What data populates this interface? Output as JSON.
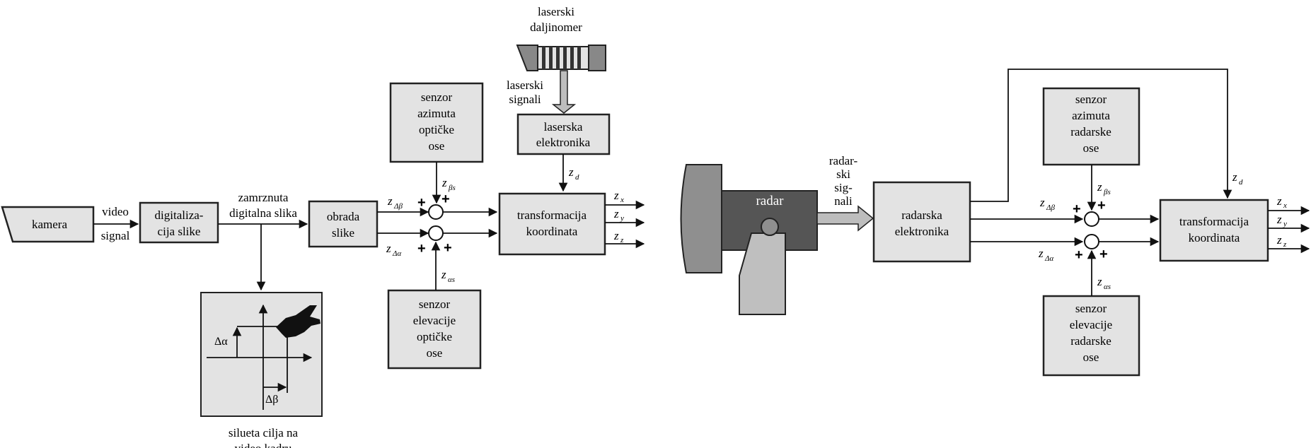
{
  "left": {
    "camera": "kamera",
    "video_signal": [
      "video",
      "signal"
    ],
    "digitization": [
      "digitaliza-",
      "cija slike"
    ],
    "frozen_image": [
      "zamrznuta",
      "digitalna slika"
    ],
    "processing": [
      "obrada",
      "slike"
    ],
    "azimuth_sensor": [
      "senzor",
      "azimuta",
      "optičke",
      "ose"
    ],
    "elevation_sensor": [
      "senzor",
      "elevacije",
      "optičke",
      "ose"
    ],
    "rangefinder": [
      "laserski",
      "daljinomer"
    ],
    "laser_signals": [
      "laserski",
      "signali"
    ],
    "laser_electronics": [
      "laserska",
      "elektronika"
    ],
    "transformation": [
      "transformacija",
      "koordinata"
    ],
    "silhouette_caption": [
      "silueta cilja na",
      "video kadru"
    ],
    "delta_alpha": "Δα",
    "delta_beta": "Δβ"
  },
  "right": {
    "radar": "radar",
    "radar_signals": [
      "radar-",
      "ski",
      "sig-",
      "nali"
    ],
    "radar_electronics": [
      "radarska",
      "elektronika"
    ],
    "azimuth_sensor": [
      "senzor",
      "azimuta",
      "radarske",
      "ose"
    ],
    "elevation_sensor": [
      "senzor",
      "elevacije",
      "radarske",
      "ose"
    ],
    "transformation": [
      "transformacija",
      "koordinata"
    ]
  },
  "symbols": {
    "z": "z",
    "sub_dbeta": "Δβ",
    "sub_dalpha": "Δα",
    "sub_bs": "βs",
    "sub_as": "αs",
    "sub_d": "d",
    "sub_x": "x",
    "sub_y": "y",
    "sub_z": "z",
    "plus": "+"
  }
}
